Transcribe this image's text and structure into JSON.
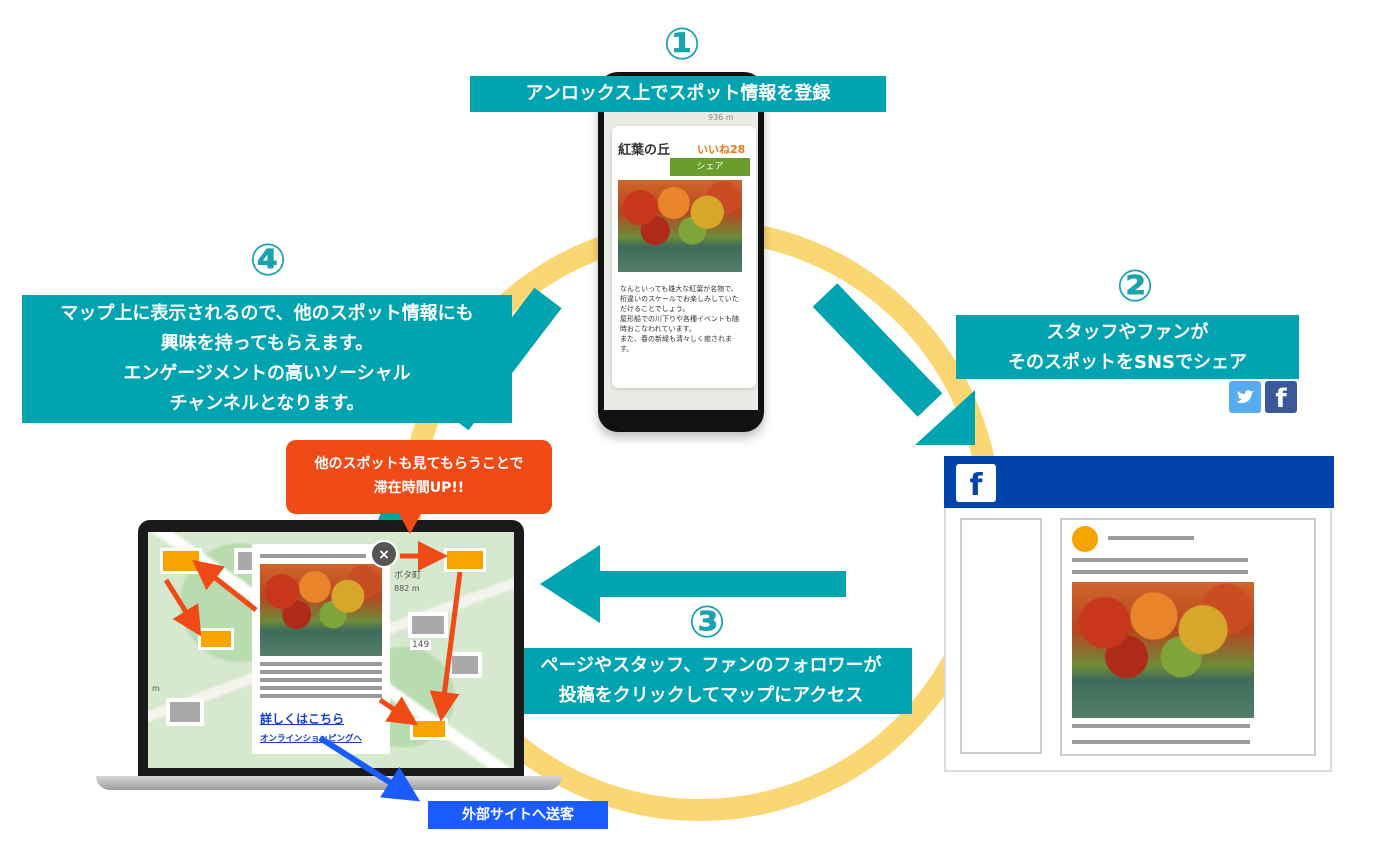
{
  "step1": {
    "number": "①",
    "label": "アンロックス上でスポット情報を登録"
  },
  "step2": {
    "number": "②",
    "line1": "スタッフやファンが",
    "line2": "そのスポットをSNSでシェア"
  },
  "step3": {
    "number": "③",
    "line1": "ページやスタッフ、ファンのフォロワーが",
    "line2": "投稿をクリックしてマップにアクセス"
  },
  "step4": {
    "number": "④",
    "line1": "マップ上に表示されるので、他のスポット情報にも",
    "line2": "興味を持ってもらえます。",
    "line3": "エンゲージメントの高いソーシャル",
    "line4": "チャンネルとなります。"
  },
  "phone": {
    "spot_title": "紅葉の丘",
    "likes": "いいね28",
    "share_button": "シェア",
    "description": "なんといっても雄大な紅葉が名物で、桁違いのスケールでお楽しみしていただけることでしょう。\n屋形船での川下りや各種イベントも随時おこなわれています。\nまた、春の新緑も清々しく癒されます。",
    "map_label": "936 m"
  },
  "callout": {
    "line1": "他のスポットも見てもらうことで",
    "line2": "滞在時間UP!!"
  },
  "laptop": {
    "close": "×",
    "details_link": "詳しくはこちら",
    "shop_link": "オンラインショッピングへ",
    "map_labels": {
      "station": "ボタ町",
      "route": "149",
      "dist1": "882 m",
      "dist2": "m"
    }
  },
  "external": {
    "label": "外部サイトへ送客"
  },
  "social": {
    "twitter_icon": "twitter-icon",
    "facebook_icon": "facebook-icon",
    "fb_letter": "f"
  },
  "colors": {
    "teal": "#00a3b0",
    "ring": "#fbd774",
    "callout": "#f04a17",
    "fb_blue": "#0044aa",
    "pin": "#f5a400",
    "external": "#1a5cff"
  }
}
